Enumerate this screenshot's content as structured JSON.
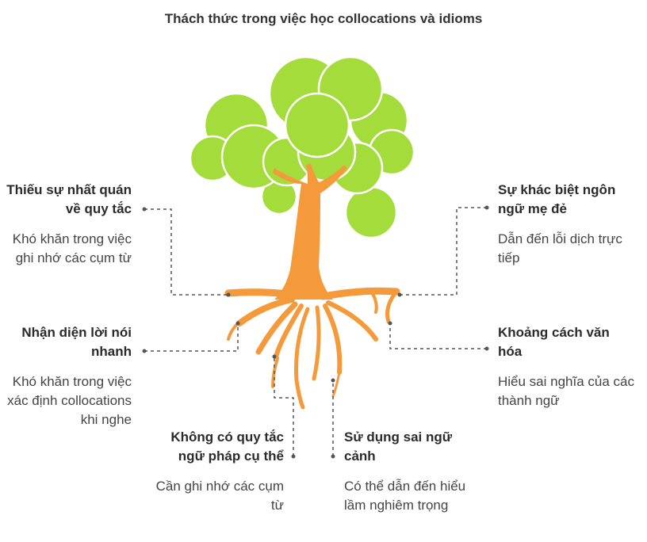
{
  "title": "Thách thức trong việc học collocations và idioms",
  "colors": {
    "canopy": "#a4dc3c",
    "canopy_outline": "#ffffff",
    "trunk": "#f59a3a",
    "connector": "#555555"
  },
  "challenges": [
    {
      "heading": "Thiếu sự nhất quán về quy tắc",
      "description": "Khó khăn trong việc ghi nhớ các cụm từ"
    },
    {
      "heading": "Sự khác biệt ngôn ngữ mẹ đẻ",
      "description": "Dẫn đến lỗi dịch trực tiếp"
    },
    {
      "heading": "Nhận diện lời nói nhanh",
      "description": "Khó khăn trong việc xác định collocations khi nghe"
    },
    {
      "heading": "Khoảng cách văn hóa",
      "description": "Hiểu sai nghĩa của các thành ngữ"
    },
    {
      "heading": "Không có quy tắc ngữ pháp cụ thể",
      "description": "Cần ghi nhớ các cụm từ"
    },
    {
      "heading": "Sử dụng sai ngữ cảnh",
      "description": "Có thể dẫn đến hiểu lầm nghiêm trọng"
    }
  ]
}
